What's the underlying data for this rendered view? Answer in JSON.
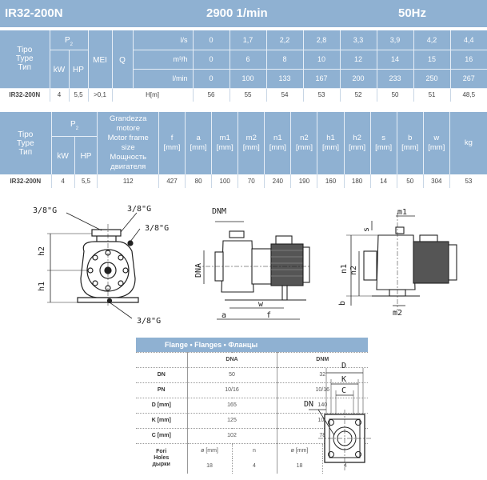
{
  "header": {
    "model": "IR32-200N",
    "speed": "2900 1/min",
    "frequency": "50Hz"
  },
  "perf_table": {
    "tipo_label": "Tipo",
    "type_label": "Type",
    "tip_label": "Тип",
    "p2_label": "P",
    "p2_sub": "2",
    "kw_label": "kW",
    "hp_label": "HP",
    "mei_label": "MEI",
    "q_label": "Q",
    "unit_ls": "l/s",
    "unit_m3h": "m³/h",
    "unit_lmin": "l/min",
    "ls": [
      "0",
      "1,7",
      "2,2",
      "2,8",
      "3,3",
      "3,9",
      "4,2",
      "4,4"
    ],
    "m3h": [
      "0",
      "6",
      "8",
      "10",
      "12",
      "14",
      "15",
      "16"
    ],
    "lmin": [
      "0",
      "100",
      "133",
      "167",
      "200",
      "233",
      "250",
      "267"
    ],
    "row": {
      "model": "IR32-200N",
      "kw": "4",
      "hp": "5,5",
      "mei": ">0,1",
      "h_label": "H[m]",
      "heads": [
        "56",
        "55",
        "54",
        "53",
        "52",
        "50",
        "51",
        "48,5"
      ]
    }
  },
  "dim_table": {
    "tipo_label": "Tipo",
    "type_label": "Type",
    "tip_label": "Тип",
    "p2_label": "P",
    "p2_sub": "2",
    "kw_label": "kW",
    "hp_label": "HP",
    "frame_l1": "Grandezza",
    "frame_l2": "motore",
    "frame_l3": "Motor frame",
    "frame_l4": "size",
    "frame_l5": "Мощность",
    "frame_l6": "двигателя",
    "cols": [
      {
        "name": "f",
        "unit": "[mm]"
      },
      {
        "name": "a",
        "unit": "[mm]"
      },
      {
        "name": "m1",
        "unit": "[mm]"
      },
      {
        "name": "m2",
        "unit": "[mm]"
      },
      {
        "name": "n1",
        "unit": "[mm]"
      },
      {
        "name": "n2",
        "unit": "[mm]"
      },
      {
        "name": "h1",
        "unit": "[mm]"
      },
      {
        "name": "h2",
        "unit": "[mm]"
      },
      {
        "name": "s",
        "unit": "[mm]"
      },
      {
        "name": "b",
        "unit": "[mm]"
      },
      {
        "name": "w",
        "unit": "[mm]"
      }
    ],
    "kg_label": "kg",
    "row": {
      "model": "IR32-200N",
      "kw": "4",
      "hp": "5,5",
      "frame": "112",
      "values": [
        "427",
        "80",
        "100",
        "70",
        "240",
        "190",
        "160",
        "180",
        "14",
        "50",
        "304"
      ],
      "kg": "53"
    }
  },
  "drawings": {
    "front": {
      "g1": "3/8\"G",
      "g2": "3/8\"G",
      "g3": "3/8\"G",
      "g4": "3/8\"G",
      "h1": "h1",
      "h2": "h2"
    },
    "side": {
      "dnm": "DNM",
      "dna": "DNA",
      "w": "w",
      "a": "a",
      "f": "f"
    },
    "end": {
      "m1": "m1",
      "s": "s",
      "n1": "n1",
      "n2": "n2",
      "b": "b",
      "m2": "m2"
    },
    "flange": {
      "d": "D",
      "k": "K",
      "c": "C",
      "dn": "DN"
    }
  },
  "flange_table": {
    "title": "Flange • Flanges • Фланцы",
    "col_dna": "DNA",
    "col_dnm": "DNM",
    "rows": [
      {
        "label": "DN",
        "dna": "50",
        "dnm": "32"
      },
      {
        "label": "PN",
        "dna": "10/16",
        "dnm": "10/16"
      },
      {
        "label": "D [mm]",
        "dna": "165",
        "dnm": "140"
      },
      {
        "label": "K [mm]",
        "dna": "125",
        "dnm": "100"
      },
      {
        "label": "C [mm]",
        "dna": "102",
        "dnm": "78"
      }
    ],
    "holes_l1": "Fori",
    "holes_l2": "Holes",
    "holes_l3": "дырки",
    "holes_dia": "ø [mm]",
    "holes_n": "n",
    "dna_dia": "18",
    "dna_n": "4",
    "dnm_dia": "18",
    "dnm_n": "4"
  },
  "colors": {
    "header_blue": "#8fb1d2",
    "row_border": "#c8d6e5"
  }
}
